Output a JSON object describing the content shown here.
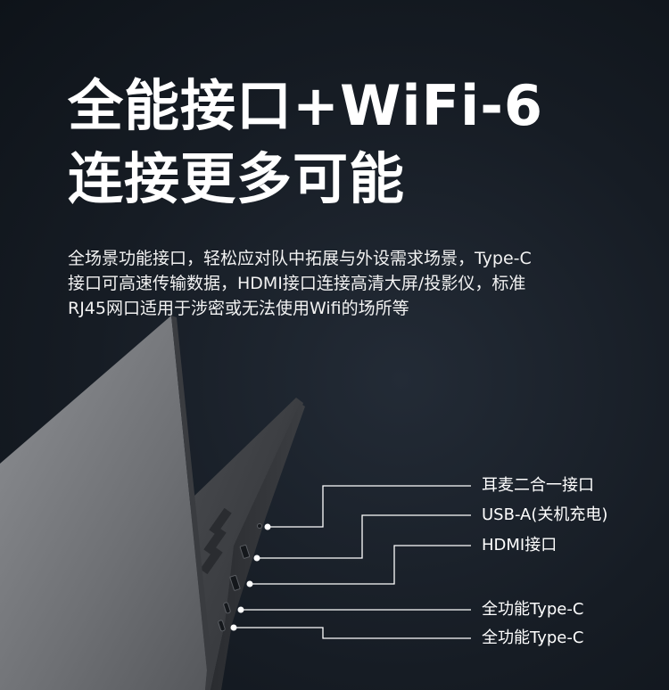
{
  "headline": {
    "line1": "全能接口+WiFi-6",
    "line2": "连接更多可能"
  },
  "description": {
    "line1": "全场景功能接口，轻松应对队中拓展与外设需求场景，Type-C",
    "line2": "接口可高速传输数据，HDMI接口连接高清大屏/投影仪，标准",
    "line3": "RJ45网口适用于涉密或无法使用Wifi的场所等"
  },
  "ports": [
    {
      "label": "耳麦二合一接口"
    },
    {
      "label": "USB-A(关机充电)"
    },
    {
      "label": "HDMI接口"
    },
    {
      "label": "全功能Type-C"
    },
    {
      "label": "全功能Type-C"
    }
  ]
}
